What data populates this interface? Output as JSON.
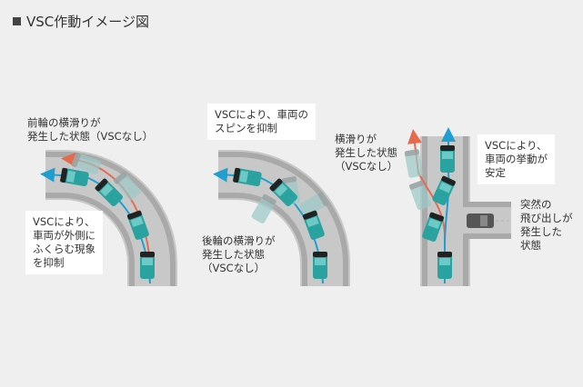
{
  "title": "VSC作動イメージ図",
  "panel1": {
    "label_without": [
      "前輪の横滑りが",
      "発生した状態（VSCなし）"
    ],
    "box_with": [
      "VSCにより、",
      "車両が外側に",
      "ふくらむ現象",
      "を抑制"
    ]
  },
  "panel2": {
    "box_with": [
      "VSCにより、車両の",
      "スピンを抑制"
    ],
    "label_without": [
      "後輪の横滑りが",
      "発生した状態",
      "（VSCなし）"
    ]
  },
  "panel3": {
    "label_without": [
      "横滑りが",
      "発生した状態",
      "（VSCなし）"
    ],
    "box_with": [
      "VSCにより、",
      "車両の挙動が",
      "安定"
    ],
    "label_obstacle": [
      "突然の",
      "飛び出しが",
      "発生した",
      "状態"
    ]
  },
  "colors": {
    "road": "#c8c8c8",
    "road_edge": "#a9a9a9",
    "vsc_path": "#1f9fd0",
    "no_vsc_path": "#e56a4e",
    "car": "#2aa3a0",
    "car_ghost": "#9bc9c7"
  }
}
